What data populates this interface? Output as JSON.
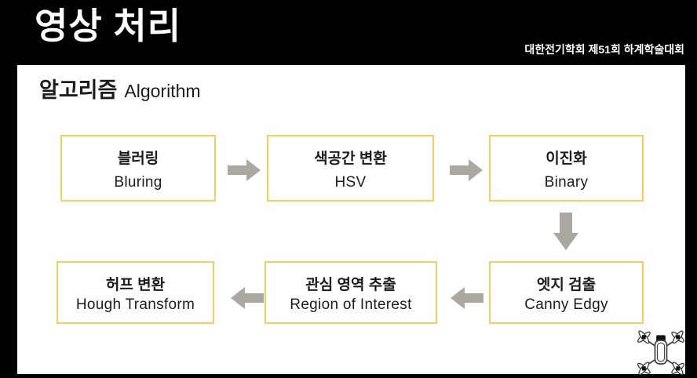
{
  "header": {
    "title": "영상 처리",
    "conference": "대한전기학회 제51회 하계학술대회"
  },
  "section": {
    "heading_ko": "알고리즘",
    "heading_en": "Algorithm"
  },
  "flowchart": {
    "row1": [
      {
        "ko": "블러링",
        "en": "Bluring"
      },
      {
        "ko": "색공간 변환",
        "en": "HSV"
      },
      {
        "ko": "이진화",
        "en": "Binary"
      }
    ],
    "row2": [
      {
        "ko": "허프 변환",
        "en": "Hough Transform"
      },
      {
        "ko": "관심 영역 추출",
        "en": "Region of Interest"
      },
      {
        "ko": "엣지 검출",
        "en": "Canny Edgy"
      }
    ],
    "flow_order": [
      "블러링",
      "색공간 변환",
      "이진화",
      "엣지 검출",
      "관심 영역 추출",
      "허프 변환"
    ],
    "arrow_directions": {
      "row1": "right",
      "row1_to_row2": "down",
      "row2": "left"
    }
  },
  "icons": {
    "drone": "drone-icon"
  },
  "colors": {
    "background": "#000000",
    "panel": "#FFFFFF",
    "box_border": "#F5CD62",
    "arrow": "#ABA7A1",
    "text": "#1C1C1C",
    "title_text": "#FFFFFF"
  }
}
